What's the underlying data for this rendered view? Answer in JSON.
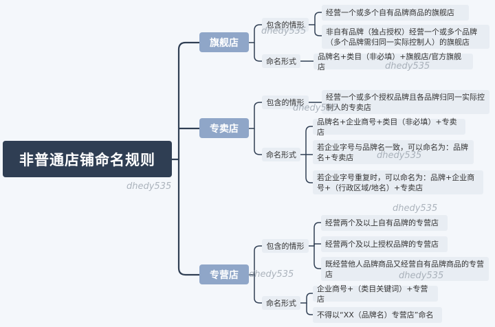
{
  "root": {
    "title": "非普通店铺命名规则"
  },
  "branches": [
    {
      "label": "旗舰店",
      "subs": [
        {
          "label": "包含的情形",
          "leaves": [
            "经营一个或多个自有品牌商品的旗舰店",
            "非自有品牌（独占授权）经营一个或多个品牌（多个品牌需归同一实际控制人）的旗舰店"
          ]
        },
        {
          "label": "命名形式",
          "leaves": [
            "品牌名+类目（非必填）+旗舰店/官方旗舰店"
          ]
        }
      ]
    },
    {
      "label": "专卖店",
      "subs": [
        {
          "label": "包含的情形",
          "leaves": [
            "经营一个或多个授权品牌且各品牌归同一实际控制人的专卖店"
          ]
        },
        {
          "label": "命名形式",
          "leaves": [
            "品牌名+企业商号+类目（非必填）+专卖店",
            "若企业字号与品牌名一致，可以命名为：品牌名+专卖店",
            "若企业字号重复时，可以命名为：品牌+企业商号+（行政区域/地名）+专卖店"
          ]
        }
      ]
    },
    {
      "label": "专营店",
      "subs": [
        {
          "label": "包含的情形",
          "leaves": [
            "经营两个及以上自有品牌的专营店",
            "经营两个及以上授权品牌的专营店",
            "既经营他人品牌商品又经营自有品牌商品的专营店"
          ]
        },
        {
          "label": "命名形式",
          "leaves": [
            "企业商号+（类目关键词）+专营店",
            "不得以“XX（品牌名）专营店”命名"
          ]
        }
      ]
    }
  ],
  "watermark": "dhedy535",
  "colors": {
    "root": "#2f3e53",
    "branch": "#8fa6c8",
    "sub": "#e8edf3",
    "line": "#2f3e53"
  }
}
